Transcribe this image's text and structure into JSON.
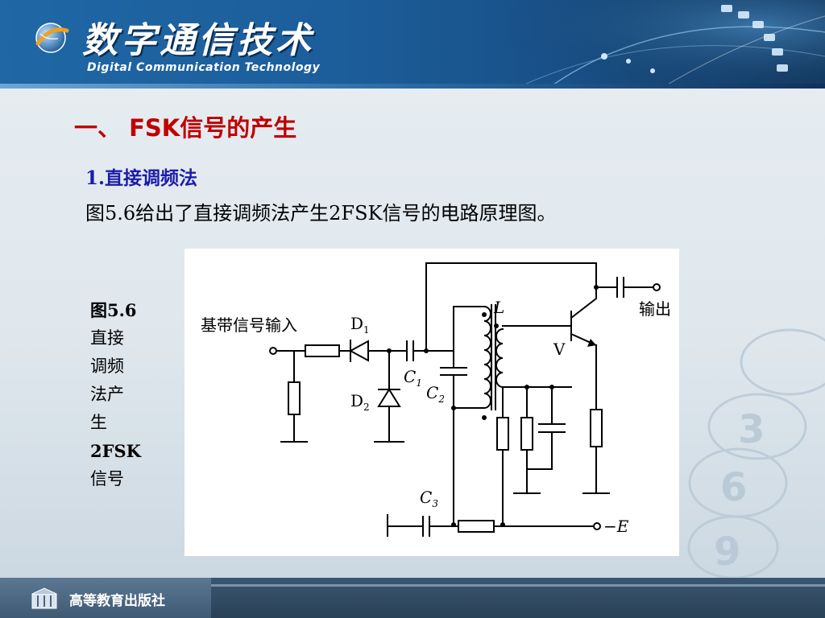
{
  "header": {
    "title": "数字通信技术",
    "subtitle": "Digital Communication Technology"
  },
  "content": {
    "section_heading": "一、 FSK信号的产生",
    "sub_heading": "1.直接调频法",
    "body": "图5.6给出了直接调频法产生2FSK信号的电路原理图。"
  },
  "caption": {
    "lines": [
      "图5.6",
      "直接",
      "调频",
      "法产",
      "生",
      "2FSK",
      "信号"
    ]
  },
  "figure": {
    "input_label": "基带信号输入",
    "d1": "D",
    "d1_sub": "1",
    "d2": "D",
    "d2_sub": "2",
    "c1": "C",
    "c1_sub": "1",
    "c2": "C",
    "c2_sub": "2",
    "c3": "C",
    "c3_sub": "3",
    "inductor": "L",
    "transistor": "V",
    "output_label": "输出",
    "supply_label": "−E"
  },
  "footer": {
    "publisher": "高等教育出版社"
  },
  "colors": {
    "header_blue": "#1f67a5",
    "section_red": "#c00000",
    "subhead_blue": "#1c1caa",
    "footer": "#2a4157"
  }
}
